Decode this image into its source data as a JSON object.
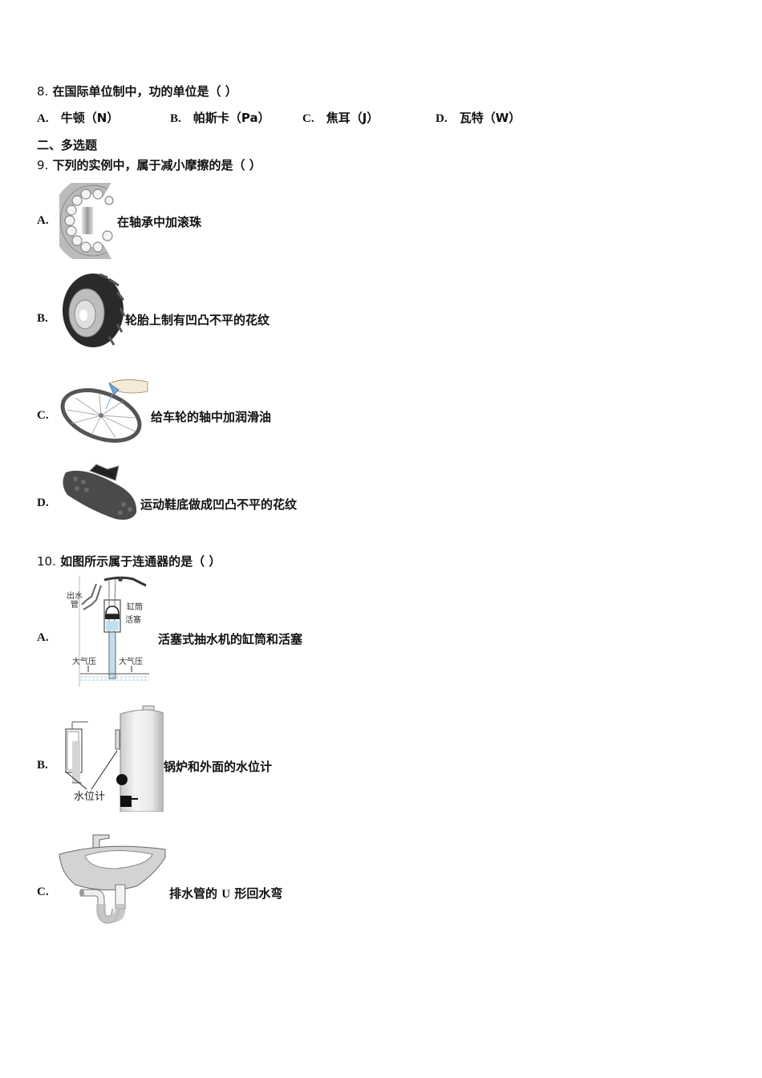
{
  "q8": {
    "number": "8.",
    "stem": "在国际单位制中，功的单位是（      ）",
    "options": [
      {
        "letter": "A.",
        "text": "牛顿（N）"
      },
      {
        "letter": "B.",
        "text": "帕斯卡（Pa）"
      },
      {
        "letter": "C.",
        "text": "焦耳（J）"
      },
      {
        "letter": "D.",
        "text": "瓦特（W）"
      }
    ]
  },
  "section2": {
    "title": "二、多选题"
  },
  "q9": {
    "number": "9.",
    "stem": "下列的实例中，属于减小摩擦的是（ ）",
    "options": [
      {
        "letter": "A.",
        "text": "在轴承中加滚珠",
        "image": "ball-bearing"
      },
      {
        "letter": "B.",
        "text": "轮胎上制有凹凸不平的花纹",
        "image": "tire"
      },
      {
        "letter": "C.",
        "text": "给车轮的轴中加润滑油",
        "image": "bicycle-wheel-oiling"
      },
      {
        "letter": "D.",
        "text": "运动鞋底做成凹凸不平的花纹",
        "image": "shoe-sole"
      }
    ]
  },
  "q10": {
    "number": "10.",
    "stem": "如图所示属于连通器的是（ ）",
    "options": [
      {
        "letter": "A.",
        "text": "活塞式抽水机的缸筒和活塞",
        "image": "piston-pump",
        "labels": {
          "outlet": "出水管",
          "outlet_1": "出水",
          "outlet_2": "管",
          "cylinder": "缸筒",
          "piston": "活塞",
          "atm_left": "大气压",
          "atm_right": "大气压"
        }
      },
      {
        "letter": "B.",
        "text": "锅炉和外面的水位计",
        "image": "boiler",
        "labels": {
          "gauge": "水位计"
        }
      },
      {
        "letter": "C.",
        "text": "排水管的U形回水弯",
        "text_pre": "排水管的",
        "text_u": "U",
        "text_post": "形回水弯",
        "image": "sink-u-trap"
      }
    ]
  }
}
